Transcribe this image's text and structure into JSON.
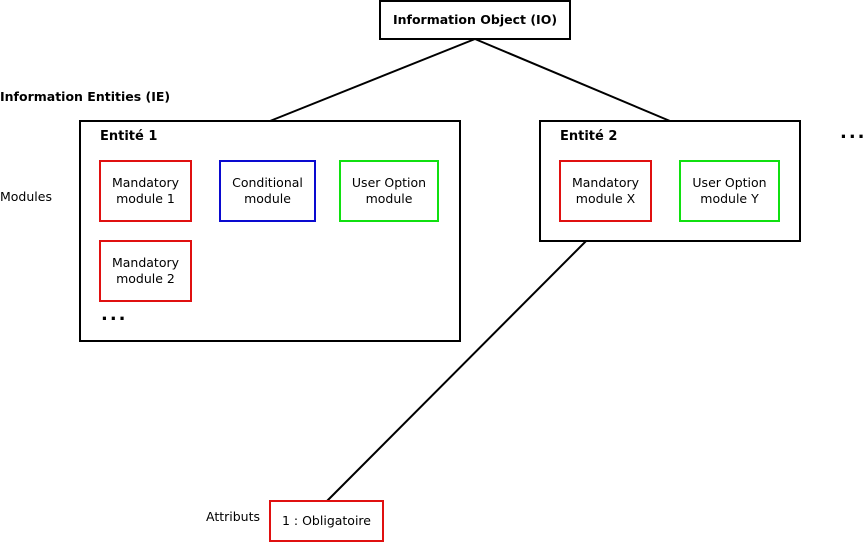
{
  "io": {
    "label": "Information Object (IO)"
  },
  "side_labels": {
    "ie": "Information Entities (IE)",
    "modules": "Modules",
    "attributs": "Attributs"
  },
  "entity1": {
    "title": "Entité 1",
    "modules": [
      {
        "label": "Mandatory\nmodule 1",
        "kind": "mandatory"
      },
      {
        "label": "Conditional\nmodule",
        "kind": "conditional"
      },
      {
        "label": "User Option\nmodule",
        "kind": "user-option"
      },
      {
        "label": "Mandatory\nmodule 2",
        "kind": "mandatory"
      }
    ],
    "more": "..."
  },
  "entity2": {
    "title": "Entité 2",
    "modules": [
      {
        "label": "Mandatory\nmodule X",
        "kind": "mandatory"
      },
      {
        "label": "User Option\nmodule Y",
        "kind": "user-option"
      }
    ]
  },
  "more_entities": "...",
  "attribute": {
    "label": "1 : Obligatoire",
    "kind": "mandatory"
  },
  "colors": {
    "mandatory": "#e01010",
    "conditional": "#0a0ad0",
    "user_option": "#10e010",
    "border": "#000000"
  }
}
